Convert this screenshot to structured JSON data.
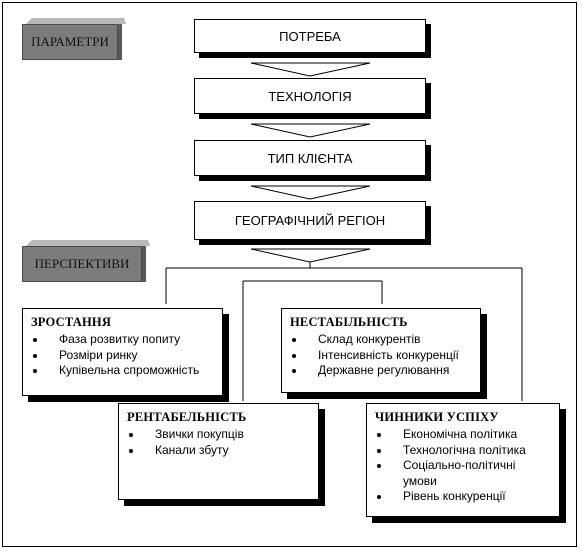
{
  "tabs": {
    "parameters": "ПАРАМЕТРИ",
    "perspectives": "ПЕРСПЕКТИВИ"
  },
  "chain": [
    "ПОТРЕБА",
    "ТЕХНОЛОГІЯ",
    "ТИП КЛІЄНТА",
    "ГЕОГРАФІЧНИЙ РЕГІОН"
  ],
  "factors": {
    "growth": {
      "title": "ЗРОСТАННЯ",
      "items": [
        "Фаза розвитку попиту",
        "Розміри ринку",
        "Купівельна спроможність"
      ]
    },
    "instability": {
      "title": "НЕСТАБІЛЬНІСТЬ",
      "items": [
        "Склад конкурентів",
        "Інтенсивність конкуренції",
        "Державне регулювання"
      ]
    },
    "profitability": {
      "title": "РЕНТАБЕЛЬНІСТЬ",
      "items": [
        "Звички покупців",
        "Канали збуту"
      ]
    },
    "success": {
      "title": "ЧИННИКИ УСПІХУ",
      "items": [
        "Економічна політика",
        "Технологічна політика",
        "Соціально-політичні умови",
        "Рівень конкуренції"
      ]
    }
  }
}
